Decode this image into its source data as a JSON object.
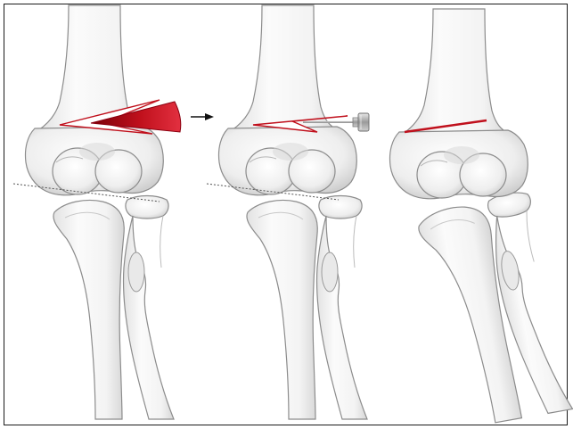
{
  "figure": {
    "panels": [
      {
        "name": "wedge-resection",
        "step": 1
      },
      {
        "name": "closing-with-pin",
        "step": 2
      },
      {
        "name": "healed-osteotomy",
        "step": 3
      }
    ],
    "colors": {
      "bone_fill": "#f4f4f4",
      "bone_outline": "#8c8c8c",
      "bone_shadow": "#d9d9d9",
      "wedge_red": "#c0101c",
      "pin_grey": "#a8a8a8",
      "frame": "#1a1a1a",
      "arrow": "#111111"
    },
    "icons": [
      "bone-wedge-icon",
      "arrow-right-icon",
      "k-wire-pin-icon",
      "osteotomy-line-icon"
    ]
  }
}
